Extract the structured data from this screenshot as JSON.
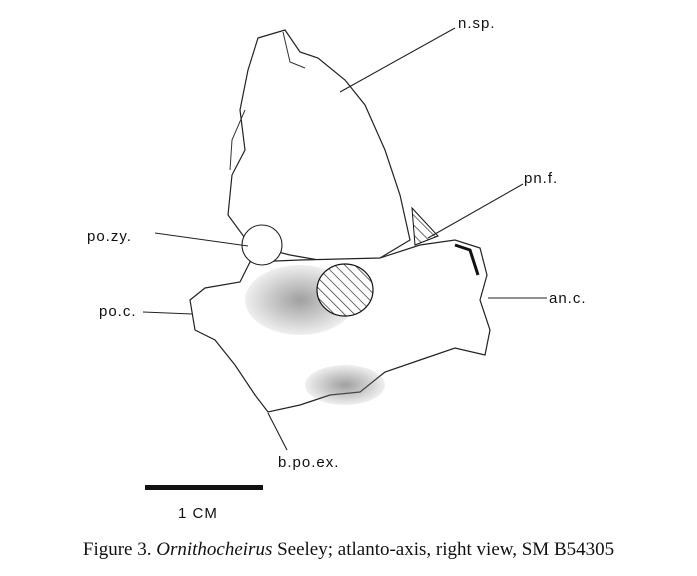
{
  "labels": {
    "n_sp": "n.sp.",
    "pn_f": "pn.f.",
    "po_zy": "po.zy.",
    "po_c": "po.c.",
    "an_c": "an.c.",
    "b_po_ex": "b.po.ex."
  },
  "scale_bar": {
    "label": "1 CM"
  },
  "caption": {
    "prefix": "Figure 3. ",
    "taxon": "Ornithocheirus",
    "rest": " Seeley; atlanto-axis, right view, SM B54305"
  }
}
